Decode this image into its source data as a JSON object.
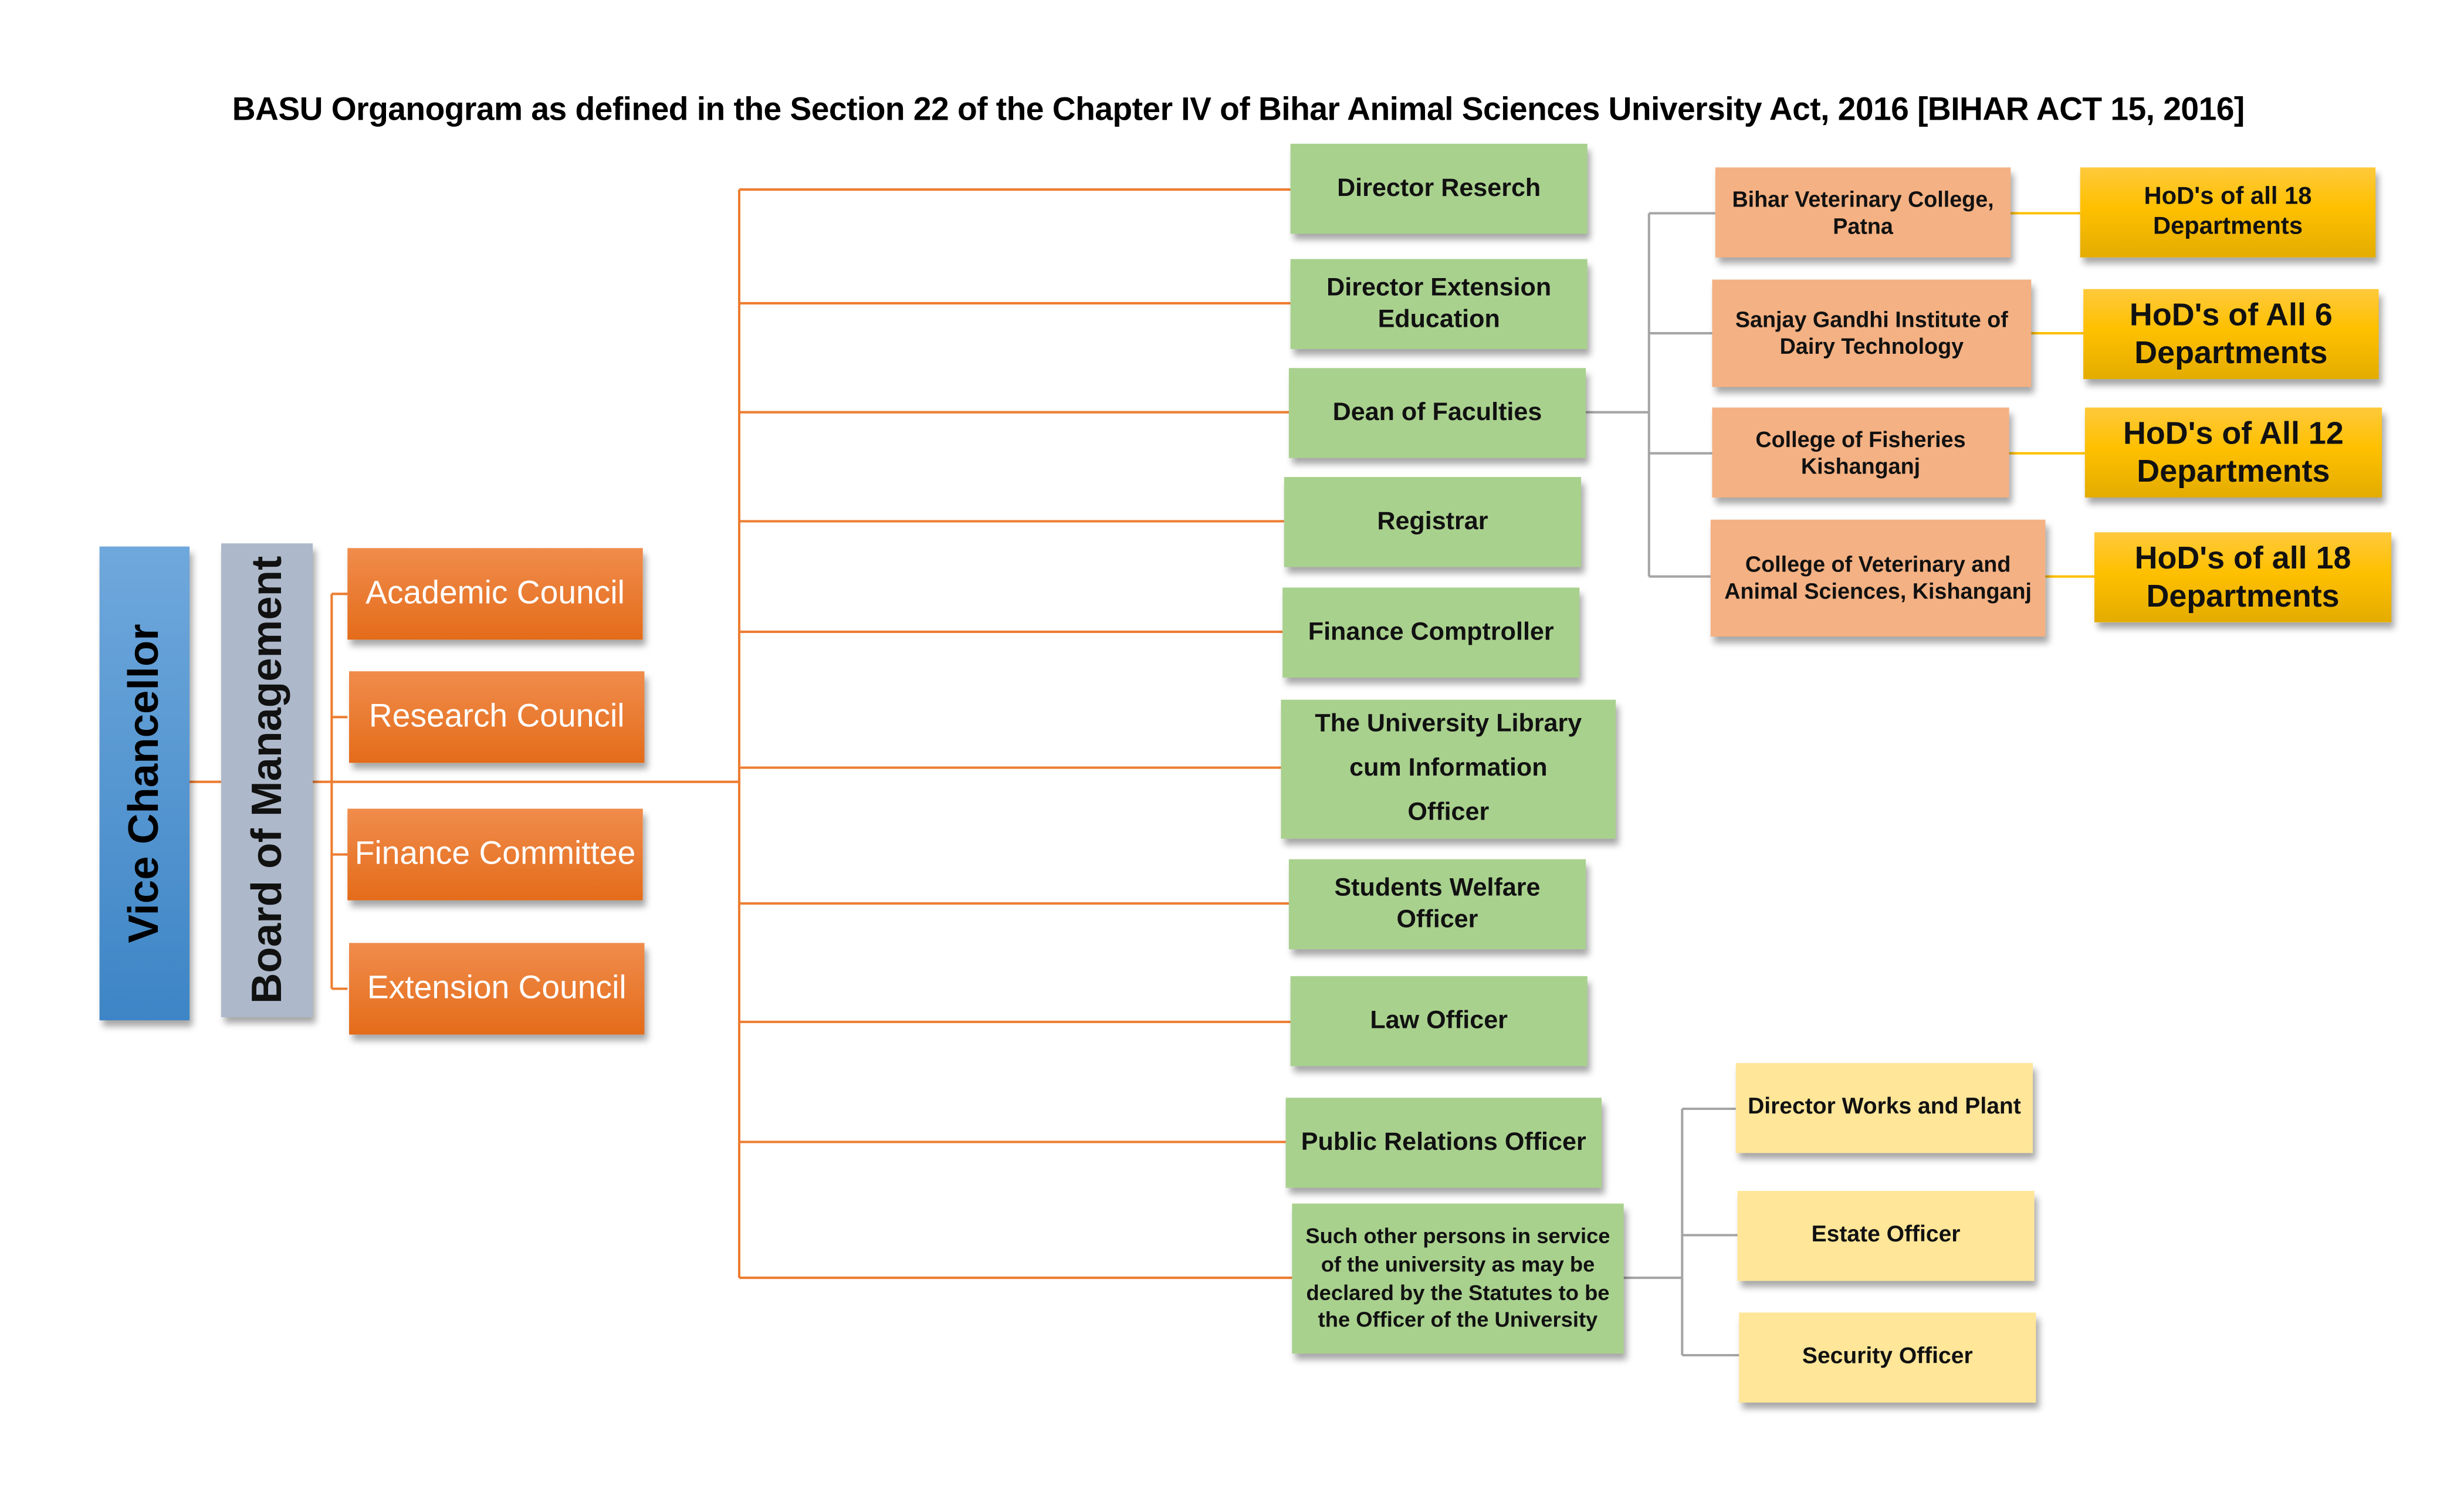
{
  "title": "BASU Organogram as defined in the Section 22 of the Chapter IV of Bihar Animal Sciences University Act, 2016 [BIHAR ACT 15, 2016]",
  "vice_chancellor": "Vice Chancellor",
  "board": "Board of Management",
  "councils": [
    "Academic Council",
    "Research Council",
    "Finance Committee",
    "Extension Council"
  ],
  "officers": [
    "Director Reserch",
    "Director Extension Education",
    "Dean of Faculties",
    "Registrar",
    "Finance Comptroller",
    "The University Library cum Information Officer",
    "Students Welfare Officer",
    "Law Officer",
    "Public Relations Officer",
    "Such other persons in service of the university as may be declared by the Statutes to be the Officer of the University"
  ],
  "colleges": [
    {
      "name": "Bihar Veterinary College, Patna",
      "hods": "HoD's of all 18 Departments"
    },
    {
      "name": "Sanjay Gandhi Institute of Dairy Technology",
      "hods": "HoD's of All 6 Departments"
    },
    {
      "name": "College of Fisheries Kishanganj",
      "hods": "HoD's of All 12 Departments"
    },
    {
      "name": "College of Veterinary and Animal Sciences, Kishanganj",
      "hods": "HoD's of all 18 Departments"
    }
  ],
  "other_officers": [
    "Director Works and Plant",
    "Estate Officer",
    "Security Officer"
  ],
  "colors": {
    "vc": "#5b9bd5",
    "board": "#adb9ca",
    "council": "#ed7d31",
    "officer": "#a9d18e",
    "college": "#f4b183",
    "hod": "#ffc000",
    "other": "#ffe699"
  }
}
